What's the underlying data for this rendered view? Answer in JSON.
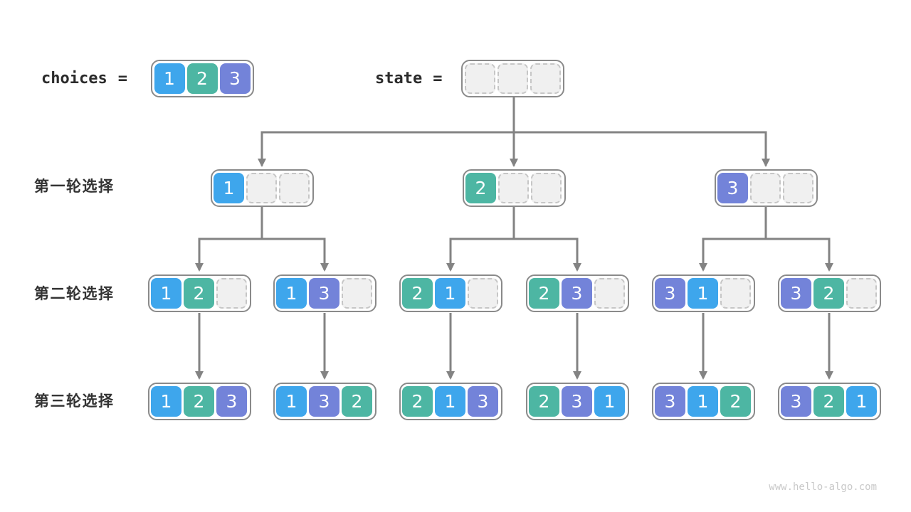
{
  "header": {
    "choices_label": "choices",
    "equals_sign": "=",
    "state_label": "state",
    "choices_values": [
      "1",
      "2",
      "3"
    ],
    "state_values": [
      null,
      null,
      null
    ]
  },
  "rows": [
    {
      "label": "第一轮选择",
      "boxes": [
        [
          "1",
          null,
          null
        ],
        [
          "2",
          null,
          null
        ],
        [
          "3",
          null,
          null
        ]
      ]
    },
    {
      "label": "第二轮选择",
      "boxes": [
        [
          "1",
          "2",
          null
        ],
        [
          "1",
          "3",
          null
        ],
        [
          "2",
          "1",
          null
        ],
        [
          "2",
          "3",
          null
        ],
        [
          "3",
          "1",
          null
        ],
        [
          "3",
          "2",
          null
        ]
      ]
    },
    {
      "label": "第三轮选择",
      "boxes": [
        [
          "1",
          "2",
          "3"
        ],
        [
          "1",
          "3",
          "2"
        ],
        [
          "2",
          "1",
          "3"
        ],
        [
          "2",
          "3",
          "1"
        ],
        [
          "3",
          "1",
          "2"
        ],
        [
          "3",
          "2",
          "1"
        ]
      ]
    }
  ],
  "colors": {
    "1": "#3EA6EC",
    "2": "#4DB6A3",
    "3": "#7383D9",
    "empty_fill": "#F0F0F0",
    "empty_border": "#C6C6C6",
    "box_border": "#8A8A8A",
    "line": "#838383",
    "label_text": "#333333",
    "watermark_text": "#C9C9C9"
  },
  "watermark": "www.hello-algo.com"
}
